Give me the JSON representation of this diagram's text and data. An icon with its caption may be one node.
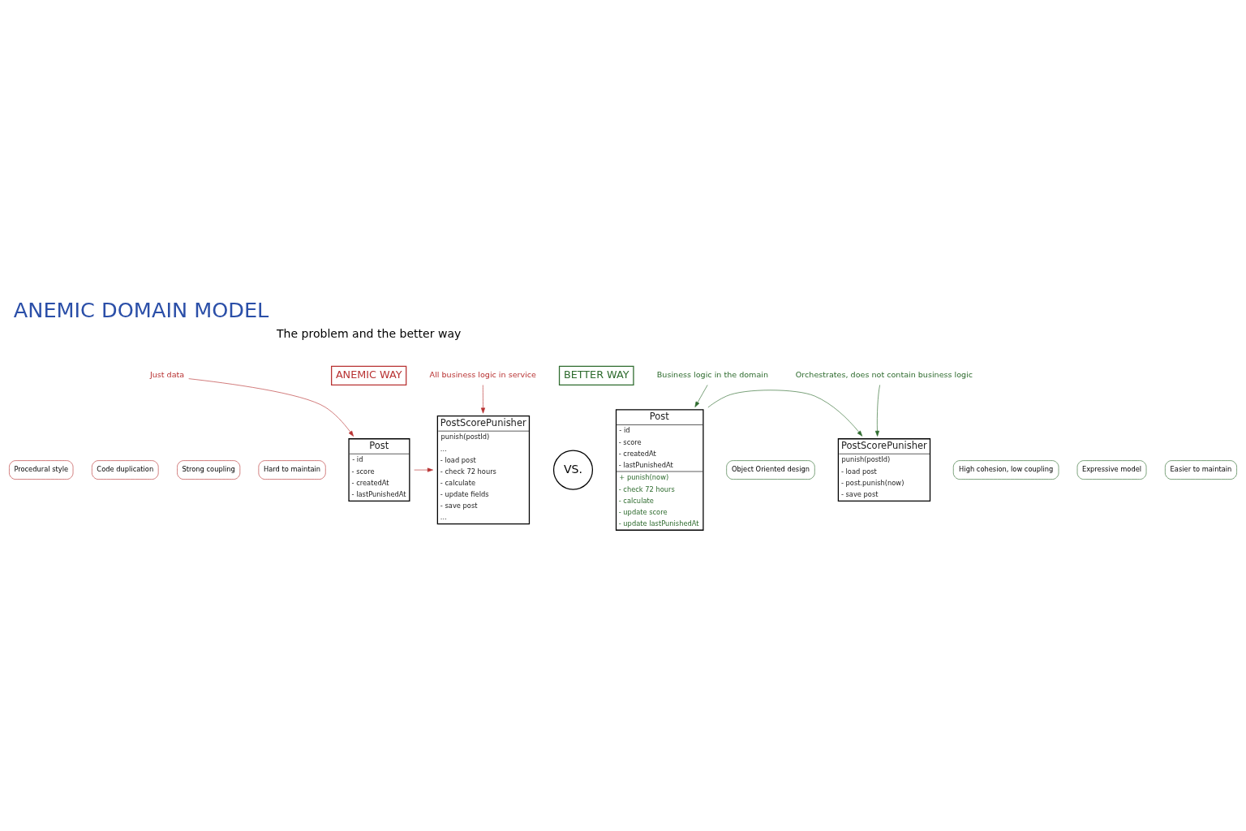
{
  "diagram": {
    "title": "ANEMIC DOMAIN MODEL",
    "nodes": [
      {
        "text": [
          "ANEMIC WAY"
        ]
      },
      {
        "text": [
          "Post",
          "- id",
          "- score",
          "- createdAt",
          "- lastPunishedAt"
        ]
      },
      {
        "text": [
          "PostScorePunisher",
          "punish(postId)",
          "...",
          "- load post",
          "- check 72 hours",
          "- calculate",
          "- update fields",
          "- save post",
          "..."
        ]
      },
      {
        "text": [
          "All business logic in service"
        ]
      },
      {
        "text": [
          "Just data"
        ]
      },
      {
        "text": [
          "VS."
        ]
      },
      {
        "text": [
          "BETTER WAY"
        ]
      },
      {
        "text": [
          "Post",
          "- id",
          "- score",
          "- createdAt",
          "- lastPunishedAt",
          "+ punish(now)",
          "- check 72 hours",
          "- calculate",
          "- update score",
          "- update lastPunishedAt"
        ]
      },
      {
        "text": [
          "Business logic in the domain"
        ]
      },
      {
        "text": [
          "PostScorePunisher",
          "punish(postId)",
          "- load post",
          "- post.punish(now)",
          "- save post"
        ]
      },
      {
        "text": [
          "Orchestrates, does not contain business logic"
        ]
      },
      {
        "text": [
          "Procedural style"
        ]
      },
      {
        "text": [
          "Code duplication"
        ]
      },
      {
        "text": [
          "Strong coupling"
        ]
      },
      {
        "text": [
          "Hard to maintain"
        ]
      },
      {
        "text": [
          "Object Oriented design"
        ]
      },
      {
        "text": [
          "High cohesion, low coupling"
        ]
      },
      {
        "text": [
          "Expressive model"
        ]
      },
      {
        "text": [
          "Easier to maintain"
        ]
      }
    ],
    "edges": [
      {
        "from": 1,
        "to": 2,
        "arrow": "to",
        "color": "#b83232"
      },
      {
        "from": 3,
        "to": 2,
        "arrow": "to",
        "color": "#b83232"
      },
      {
        "from": 4,
        "to": 1,
        "arrow": "to",
        "color": "#b83232"
      },
      {
        "from": 7,
        "to": 9,
        "arrow": "to",
        "color": "#2e6b2e"
      },
      {
        "from": 8,
        "to": 7,
        "arrow": "to",
        "color": "#2e6b2e"
      },
      {
        "from": 10,
        "to": 9,
        "arrow": "to",
        "color": "#2e6b2e"
      }
    ],
    "labels": [
      "The problem and the better way"
    ]
  }
}
